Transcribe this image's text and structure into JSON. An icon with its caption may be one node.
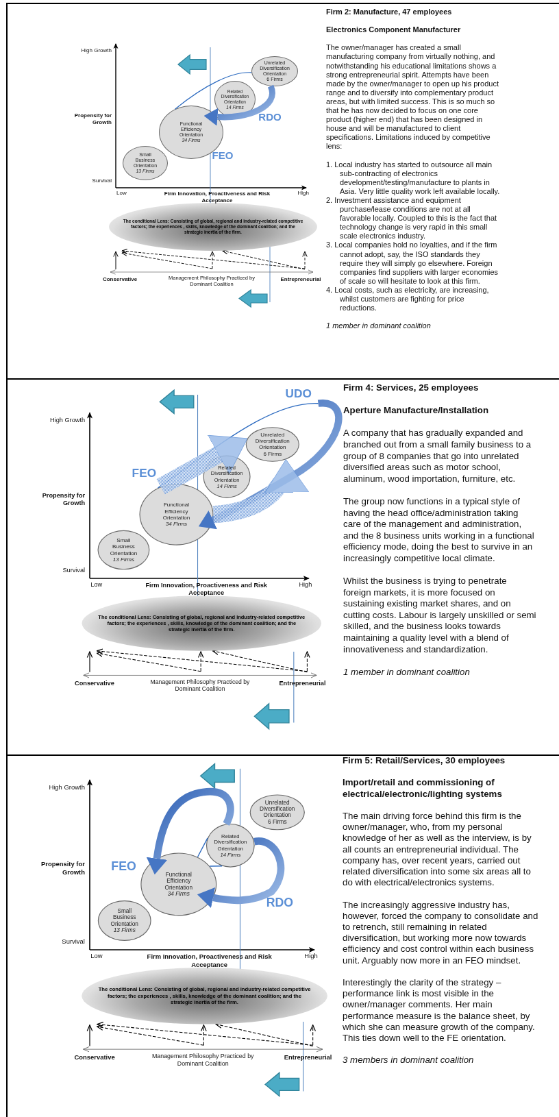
{
  "diagram": {
    "nodes": [
      {
        "text": [
          "Small Business Orientation",
          "13 Firms"
        ]
      },
      {
        "text": [
          "Functional Efficiency Orientation",
          "34 Firms"
        ]
      },
      {
        "text": [
          "Related Diversification Orientation",
          "14 Firms"
        ]
      },
      {
        "text": [
          "Unrelated Diversification Orientation",
          "6 Firms"
        ]
      },
      {
        "text": [
          "The conditional Lens: Consisting of global, regional and industry-related competitive factors; the experiences , skills, knowledge of the dominant coalition; and the strategic inertia of the firm."
        ]
      },
      {
        "text": [
          "Small Business Orientation",
          "13 Firms"
        ]
      },
      {
        "text": [
          "Functional Efficiency Orientation",
          "34 Firms"
        ]
      },
      {
        "text": [
          "Related Diversification Orientation",
          "14 Firms"
        ]
      },
      {
        "text": [
          "Unrelated Diversification Orientation",
          "6 Firms"
        ]
      },
      {
        "text": [
          "The conditional Lens: Consisting of global, regional and industry-related competitive factors; the experiences , skills, knowledge of the dominant coalition; and the strategic inertia of the firm."
        ]
      },
      {
        "text": [
          "Small Business Orientation",
          "13 Firms"
        ]
      },
      {
        "text": [
          "Functional Efficiency Orientation",
          "34 Firms"
        ]
      },
      {
        "text": [
          "Related Diversification Orientation",
          "14 Firms"
        ]
      },
      {
        "text": [
          "Unrelated Diversification Orientation",
          "6 Firms"
        ]
      },
      {
        "text": [
          "The conditional Lens: Consisting of global, regional and industry-related competitive factors; the experiences , skills, knowledge of the dominant coalition; and the strategic inertia of the firm."
        ]
      }
    ],
    "edges": [
      {
        "from": 3,
        "to": 1,
        "arrow": "to",
        "style": "thick"
      },
      {
        "from": 1,
        "to": 3,
        "arrow": "none"
      },
      {
        "from": null,
        "to": 6,
        "arrow": "to",
        "style": "thick"
      },
      {
        "from": 6,
        "to": null,
        "arrow": "none"
      },
      {
        "from": 6,
        "to": 8,
        "arrow": "to",
        "style": "thick"
      },
      {
        "from": 6,
        "to": 8,
        "arrow": "to",
        "style": "thick"
      },
      {
        "from": 12,
        "to": 11,
        "arrow": "to",
        "style": "thick"
      },
      {
        "from": 12,
        "to": 11,
        "arrow": "to",
        "style": "thick"
      },
      {
        "from": 11,
        "to": 12,
        "arrow": "none"
      },
      {
        "from": 11,
        "to": 12,
        "arrow": "none"
      }
    ],
    "labels": [
      "High Growth",
      "Propensity for Growth",
      "Survival",
      "Low",
      "Firm Innovation, Proactiveness and Risk Acceptance",
      "High",
      "RDO",
      "FEO",
      "Conservative",
      "Management Philosophy Practiced by Dominant Coalition",
      "Entrepreneurial",
      "Firm 2: Manufacture, 47 employees",
      "Electronics Component Manufacturer",
      "The owner/manager has created a small manufacturing company from virtually nothing, and notwithstanding his educational limitations shows a strong entrepreneurial spirit. Attempts have been made by the owner/manager to open up his product range and to diversify into complementary product areas, but with limited success. This is so much so that he has now decided to focus on one core product (higher end) that has been designed in house and will be manufactured to client specifications. Limitations induced by competitive lens:",
      "1. Local industry has started to outsource all main sub-contracting of electronics development/testing/manufacture to plants in Asia. Very little quality work left available locally.",
      "2. Investment assistance and equipment purchase/lease conditions are not at all favorable locally. Coupled to this is the fact that technology change is very rapid in this small scale electronics industry.",
      "3. Local companies hold no loyalties, and if the firm cannot adopt, say, the ISO standards they require they will simply go elsewhere. Foreign companies find suppliers with larger economies of scale so will hesitate to look at this firm.",
      "4. Local costs, such as electricity, are increasing, whilst customers are fighting for price reductions.",
      "1 member in dominant coalition",
      "High Growth",
      "Propensity for Growth",
      "Survival",
      "Low",
      "Firm Innovation, Proactiveness and Risk Acceptance",
      "High",
      "UDO",
      "FEO",
      "Conservative",
      "Management Philosophy Practiced by Dominant Coalition",
      "Entrepreneurial",
      "Firm 4: Services, 25 employees",
      "Aperture Manufacture/Installation",
      "A company that has gradually expanded and branched out from a small family business to a group of 8 companies that go into unrelated diversified areas such as motor school, aluminum, wood importation, furniture, etc.",
      "The group now functions in a typical style of having the head office/administration taking care of the management and administration, and the 8 business units working in a functional efficiency mode, doing the best to survive in an increasingly competitive local climate.",
      "Whilst the business is trying to penetrate foreign markets, it is more focused on sustaining existing market shares, and on cutting costs. Labour is largely unskilled or semi skilled, and the business looks towards maintaining a quality level with a blend of innovativeness and standardization.",
      "1 member in dominant coalition",
      "High Growth",
      "Propensity for Growth",
      "Survival",
      "Low",
      "Firm Innovation, Proactiveness and Risk Acceptance",
      "High",
      "FEO",
      "RDO",
      "Conservative",
      "Management Philosophy Practiced by Dominant Coalition",
      "Entrepreneurial",
      "Firm 5: Retail/Services, 30 employees",
      "Import/retail and commissioning of electrical/electronic/lighting systems",
      "The main driving force behind this firm is the owner/manager, who, from my personal knowledge of her as well as the interview, is by all counts an entrepreneurial individual. The company has, over recent years, carried out related diversification into some six areas all to do with electrical/electronics systems.",
      "The increasingly aggressive industry has, however, forced the company to consolidate and to retrench, still remaining in related diversification, but working more now towards efficiency and cost control within each business unit. Arguably now more in an FEO mindset.",
      "Interestingly the clarity of the strategy – performance link is most visible in the owner/manager comments. Her main performance measure is the balance sheet, by which she can measure growth of the company. This ties down well to the FE orientation.",
      "3 members in dominant coalition"
    ]
  }
}
